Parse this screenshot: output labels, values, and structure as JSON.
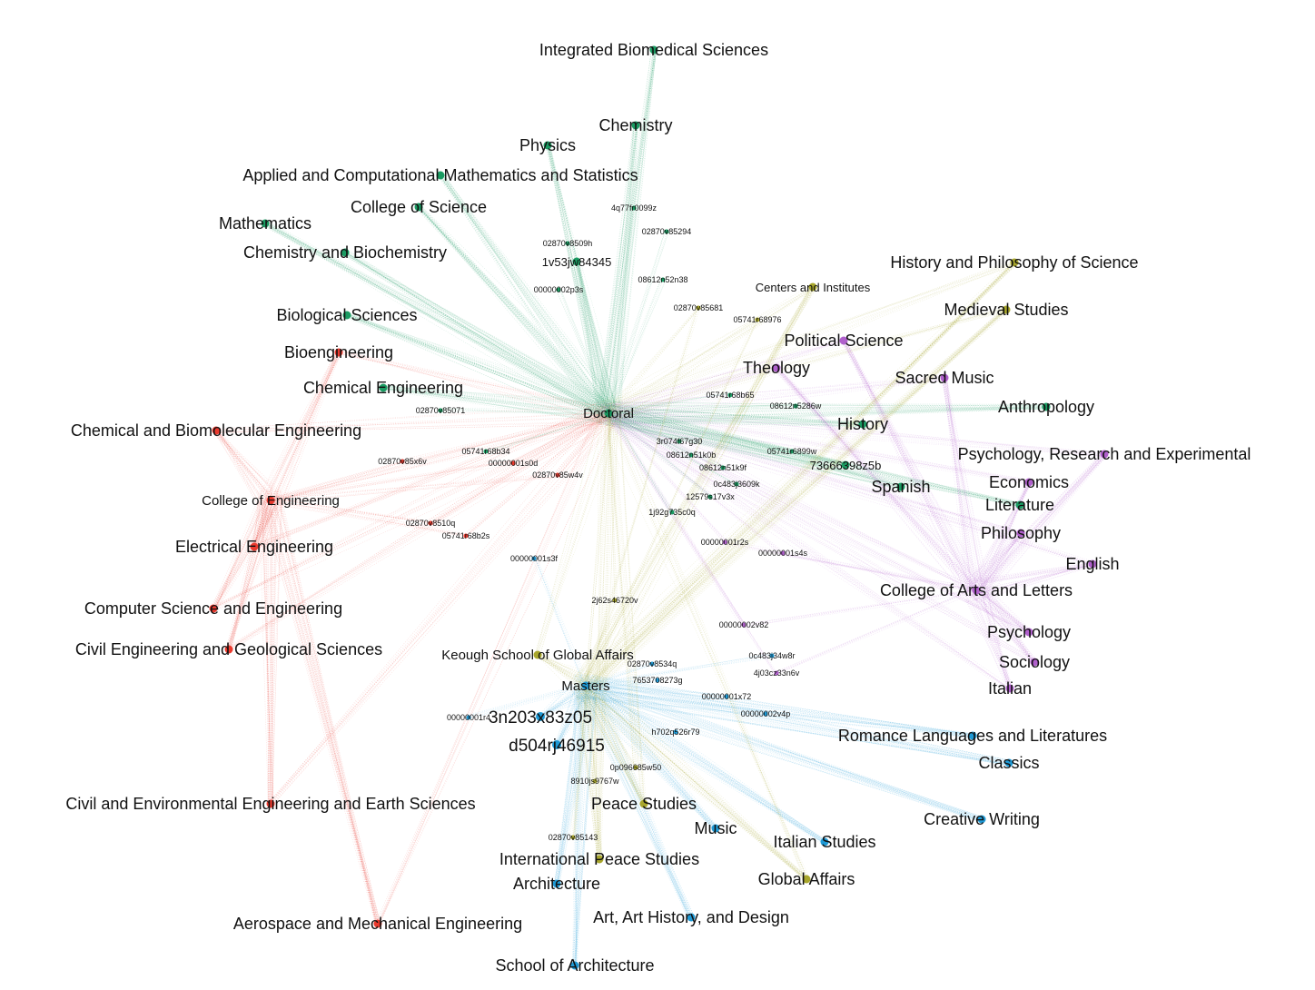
{
  "groups": {
    "science": {
      "color": "#1a9b62",
      "links": [
        "Doctoral"
      ]
    },
    "engineering": {
      "color": "#ea3a2e",
      "links": [
        "College of Engineering",
        "Doctoral"
      ]
    },
    "global": {
      "color": "#1e9ad6",
      "links": [
        "Masters"
      ]
    },
    "arts": {
      "color": "#b060cc",
      "links": [
        "College of Arts and Letters",
        "Doctoral"
      ]
    },
    "peace": {
      "color": "#a8a62c",
      "links": [
        "Masters",
        "Doctoral"
      ]
    }
  },
  "nodes": [
    {
      "label": "Integrated Biomedical Sciences",
      "group": "science",
      "tier": "major"
    },
    {
      "label": "Chemistry",
      "group": "science",
      "tier": "major"
    },
    {
      "label": "Physics",
      "group": "science",
      "tier": "major"
    },
    {
      "label": "Applied and Computational Mathematics and Statistics",
      "group": "science",
      "tier": "major"
    },
    {
      "label": "College of Science",
      "group": "science",
      "tier": "major"
    },
    {
      "label": "Mathematics",
      "group": "science",
      "tier": "major"
    },
    {
      "label": "Chemistry and Biochemistry",
      "group": "science",
      "tier": "major"
    },
    {
      "label": "Biological Sciences",
      "group": "science",
      "tier": "major"
    },
    {
      "label": "Chemical Engineering",
      "group": "science",
      "tier": "major"
    },
    {
      "label": "Anthropology",
      "group": "science",
      "tier": "major"
    },
    {
      "label": "History",
      "group": "science",
      "tier": "major"
    },
    {
      "label": "Spanish",
      "group": "science",
      "tier": "major"
    },
    {
      "label": "Literature",
      "group": "science",
      "tier": "major"
    },
    {
      "label": "Doctoral",
      "group": "science",
      "tier": "hub"
    },
    {
      "label": "4q77fr0099z",
      "group": "science",
      "tier": "minor"
    },
    {
      "label": "02870v85294",
      "group": "science",
      "tier": "minor"
    },
    {
      "label": "02870v8509h",
      "group": "science",
      "tier": "minor"
    },
    {
      "label": "1v53jw84345",
      "group": "science",
      "tier": "mid"
    },
    {
      "label": "08612n52n38",
      "group": "science",
      "tier": "minor"
    },
    {
      "label": "00000002p3s",
      "group": "science",
      "tier": "minor"
    },
    {
      "label": "02870v85071",
      "group": "science",
      "tier": "minor"
    },
    {
      "label": "05741r68b34",
      "group": "science",
      "tier": "minor"
    },
    {
      "label": "3r074f67g30",
      "group": "science",
      "tier": "minor"
    },
    {
      "label": "08612n51k0b",
      "group": "science",
      "tier": "minor"
    },
    {
      "label": "08612n51k9f",
      "group": "science",
      "tier": "minor"
    },
    {
      "label": "0c483j3609k",
      "group": "science",
      "tier": "minor"
    },
    {
      "label": "12579s17v3x",
      "group": "science",
      "tier": "minor"
    },
    {
      "label": "1j92g735c0q",
      "group": "science",
      "tier": "minor"
    },
    {
      "label": "05741r6899w",
      "group": "science",
      "tier": "minor"
    },
    {
      "label": "73666398z5b",
      "group": "science",
      "tier": "mid"
    },
    {
      "label": "05741r68b65",
      "group": "science",
      "tier": "minor"
    },
    {
      "label": "08612n5286w",
      "group": "science",
      "tier": "minor"
    },
    {
      "label": "Bioengineering",
      "group": "engineering",
      "tier": "major"
    },
    {
      "label": "Chemical and Biomolecular Engineering",
      "group": "engineering",
      "tier": "major"
    },
    {
      "label": "College of Engineering",
      "group": "engineering",
      "tier": "hub"
    },
    {
      "label": "Electrical Engineering",
      "group": "engineering",
      "tier": "major"
    },
    {
      "label": "Computer Science and Engineering",
      "group": "engineering",
      "tier": "major"
    },
    {
      "label": "Civil Engineering and Geological Sciences",
      "group": "engineering",
      "tier": "major"
    },
    {
      "label": "Civil and Environmental Engineering and Earth Sciences",
      "group": "engineering",
      "tier": "major"
    },
    {
      "label": "Aerospace and Mechanical Engineering",
      "group": "engineering",
      "tier": "major"
    },
    {
      "label": "02870v85x6v",
      "group": "engineering",
      "tier": "minor"
    },
    {
      "label": "00000001s0d",
      "group": "engineering",
      "tier": "minor"
    },
    {
      "label": "02870v85w4v",
      "group": "engineering",
      "tier": "minor"
    },
    {
      "label": "02870v8510q",
      "group": "engineering",
      "tier": "minor"
    },
    {
      "label": "05741r68b2s",
      "group": "engineering",
      "tier": "minor"
    },
    {
      "label": "00000001s3f",
      "group": "global",
      "tier": "minor"
    },
    {
      "label": "Masters",
      "group": "global",
      "tier": "hub"
    },
    {
      "label": "3n203x83z05",
      "group": "global",
      "tier": "big"
    },
    {
      "label": "d504rj46915",
      "group": "global",
      "tier": "big"
    },
    {
      "label": "00000001r4",
      "group": "global",
      "tier": "minor"
    },
    {
      "label": "02870v8534q",
      "group": "global",
      "tier": "minor"
    },
    {
      "label": "7653708273g",
      "group": "global",
      "tier": "minor"
    },
    {
      "label": "00000001x72",
      "group": "global",
      "tier": "minor"
    },
    {
      "label": "00000002v4p",
      "group": "global",
      "tier": "minor"
    },
    {
      "label": "h702q526r79",
      "group": "global",
      "tier": "minor"
    },
    {
      "label": "0c483j34w8r",
      "group": "global",
      "tier": "minor"
    },
    {
      "label": "Romance Languages and Literatures",
      "group": "global",
      "tier": "major"
    },
    {
      "label": "Classics",
      "group": "global",
      "tier": "major"
    },
    {
      "label": "Creative Writing",
      "group": "global",
      "tier": "major"
    },
    {
      "label": "Music",
      "group": "global",
      "tier": "major"
    },
    {
      "label": "Italian Studies",
      "group": "global",
      "tier": "major"
    },
    {
      "label": "Architecture",
      "group": "global",
      "tier": "major"
    },
    {
      "label": "Art, Art History, and Design",
      "group": "global",
      "tier": "major"
    },
    {
      "label": "School of Architecture",
      "group": "global",
      "tier": "major"
    },
    {
      "label": "Political Science",
      "group": "arts",
      "tier": "major"
    },
    {
      "label": "Theology",
      "group": "arts",
      "tier": "major"
    },
    {
      "label": "Sacred Music",
      "group": "arts",
      "tier": "major"
    },
    {
      "label": "Psychology, Research and Experimental",
      "group": "arts",
      "tier": "major"
    },
    {
      "label": "Economics",
      "group": "arts",
      "tier": "major"
    },
    {
      "label": "Philosophy",
      "group": "arts",
      "tier": "major"
    },
    {
      "label": "English",
      "group": "arts",
      "tier": "major"
    },
    {
      "label": "College of Arts and Letters",
      "group": "arts",
      "tier": "major"
    },
    {
      "label": "Psychology",
      "group": "arts",
      "tier": "major"
    },
    {
      "label": "Sociology",
      "group": "arts",
      "tier": "major"
    },
    {
      "label": "Italian",
      "group": "arts",
      "tier": "major"
    },
    {
      "label": "00000002v82",
      "group": "arts",
      "tier": "minor"
    },
    {
      "label": "4j03cz33n6v",
      "group": "arts",
      "tier": "minor"
    },
    {
      "label": "00000001r2s",
      "group": "arts",
      "tier": "minor"
    },
    {
      "label": "00000001s4s",
      "group": "arts",
      "tier": "minor"
    },
    {
      "label": "History and Philosophy of Science",
      "group": "peace",
      "tier": "major"
    },
    {
      "label": "Medieval Studies",
      "group": "peace",
      "tier": "major"
    },
    {
      "label": "Centers and Institutes",
      "group": "peace",
      "tier": "mid"
    },
    {
      "label": "02870v85681",
      "group": "peace",
      "tier": "minor"
    },
    {
      "label": "05741r68976",
      "group": "peace",
      "tier": "minor"
    },
    {
      "label": "Keough School of Global Affairs",
      "group": "peace",
      "tier": "hub"
    },
    {
      "label": "2j62s46720v",
      "group": "peace",
      "tier": "minor"
    },
    {
      "label": "0p096685w50",
      "group": "peace",
      "tier": "minor"
    },
    {
      "label": "8910js9767w",
      "group": "peace",
      "tier": "minor"
    },
    {
      "label": "Peace Studies",
      "group": "peace",
      "tier": "major"
    },
    {
      "label": "02870v85143",
      "group": "peace",
      "tier": "minor"
    },
    {
      "label": "International Peace Studies",
      "group": "peace",
      "tier": "major"
    },
    {
      "label": "Global Affairs",
      "group": "peace",
      "tier": "major"
    }
  ]
}
